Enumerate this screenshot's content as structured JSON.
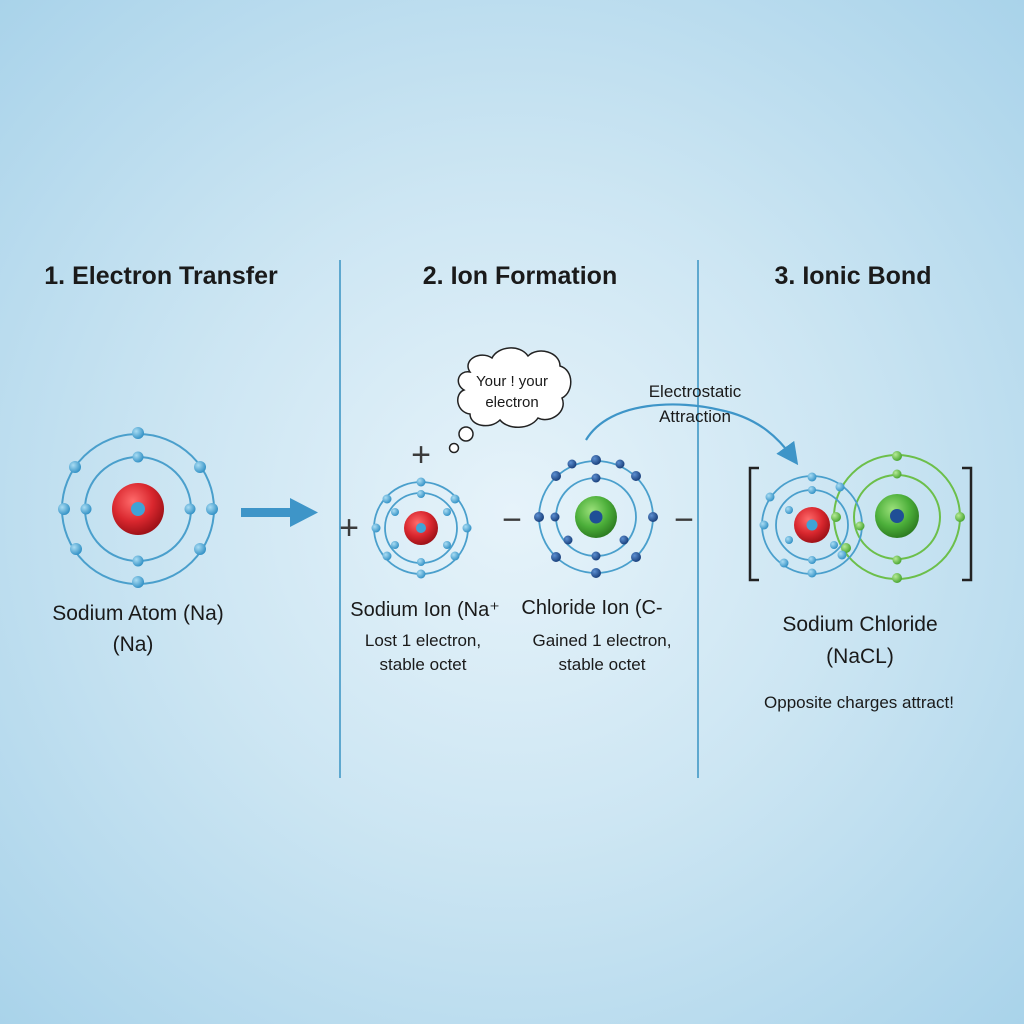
{
  "panels": [
    {
      "heading": "1. Electron Transfer"
    },
    {
      "heading": "2. Ion Formation"
    },
    {
      "heading": "3. Ionic Bond"
    }
  ],
  "sodium_atom": {
    "label_line1": "Sodium Atom (Na)",
    "label_line2": "(Na)"
  },
  "sodium_ion": {
    "label": "Sodium Ion (Na⁺",
    "desc_line1": "Lost 1 electron,",
    "desc_line2": "stable octet"
  },
  "chloride_ion": {
    "label": "Chloride Ion (C-",
    "desc_line1": "Gained 1 electron,",
    "desc_line2": "stable octet"
  },
  "thought_bubble": {
    "line1": "Your ! your",
    "line2": "electron"
  },
  "attraction": {
    "line1": "Electrostatic",
    "line2": "Attraction"
  },
  "sodium_chloride": {
    "label_line1": "Sodium Chloride",
    "label_line2": "(NaCL)",
    "caption": "Opposite charges attract!"
  },
  "signs": {
    "plus": "+",
    "minus": "−"
  },
  "colors": {
    "sodium_nucleus": "#d9272e",
    "chlorine_nucleus": "#4caf3a",
    "electron_light": "#3fa3d6",
    "electron_dark": "#1f4f96",
    "electron_green": "#5bbf3f",
    "orbit_blue": "#4a9fcc",
    "orbit_green": "#6cbf4a",
    "arrow": "#3e95c8"
  }
}
